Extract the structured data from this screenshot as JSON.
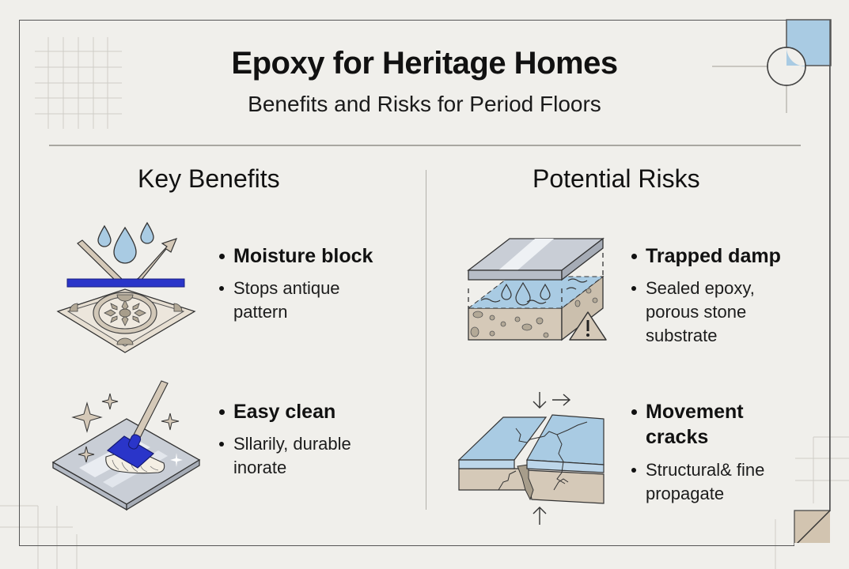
{
  "header": {
    "title": "Epoxy for Heritage Homes",
    "subtitle": "Benefits and Risks for Period Floors"
  },
  "columns": {
    "benefits": {
      "heading": "Key Benefits",
      "items": [
        {
          "icon": "moisture-barrier-tile-icon",
          "title": "Moisture block",
          "desc_lines": [
            "Stops antique",
            "pattern"
          ]
        },
        {
          "icon": "mop-clean-floor-icon",
          "title": "Easy clean",
          "desc_lines": [
            "Sllarily, durable",
            "inorate"
          ]
        }
      ]
    },
    "risks": {
      "heading": "Potential Risks",
      "items": [
        {
          "icon": "trapped-damp-block-icon",
          "title": "Trapped damp",
          "desc_lines": [
            "Sealed epoxy,",
            "porous stone",
            "substrate"
          ]
        },
        {
          "icon": "movement-cracks-icon",
          "title_lines": [
            "Movement",
            "cracks"
          ],
          "desc_lines": [
            "Structural& fine",
            "propagate"
          ]
        }
      ]
    }
  },
  "colors": {
    "background": "#f0efeb",
    "accent_blue": "#2a35c9",
    "water_blue": "#a9cbe3",
    "stone_beige": "#d5c9b8",
    "corner_blue": "#a9cbe3",
    "corner_beige": "#d2c4b0"
  }
}
